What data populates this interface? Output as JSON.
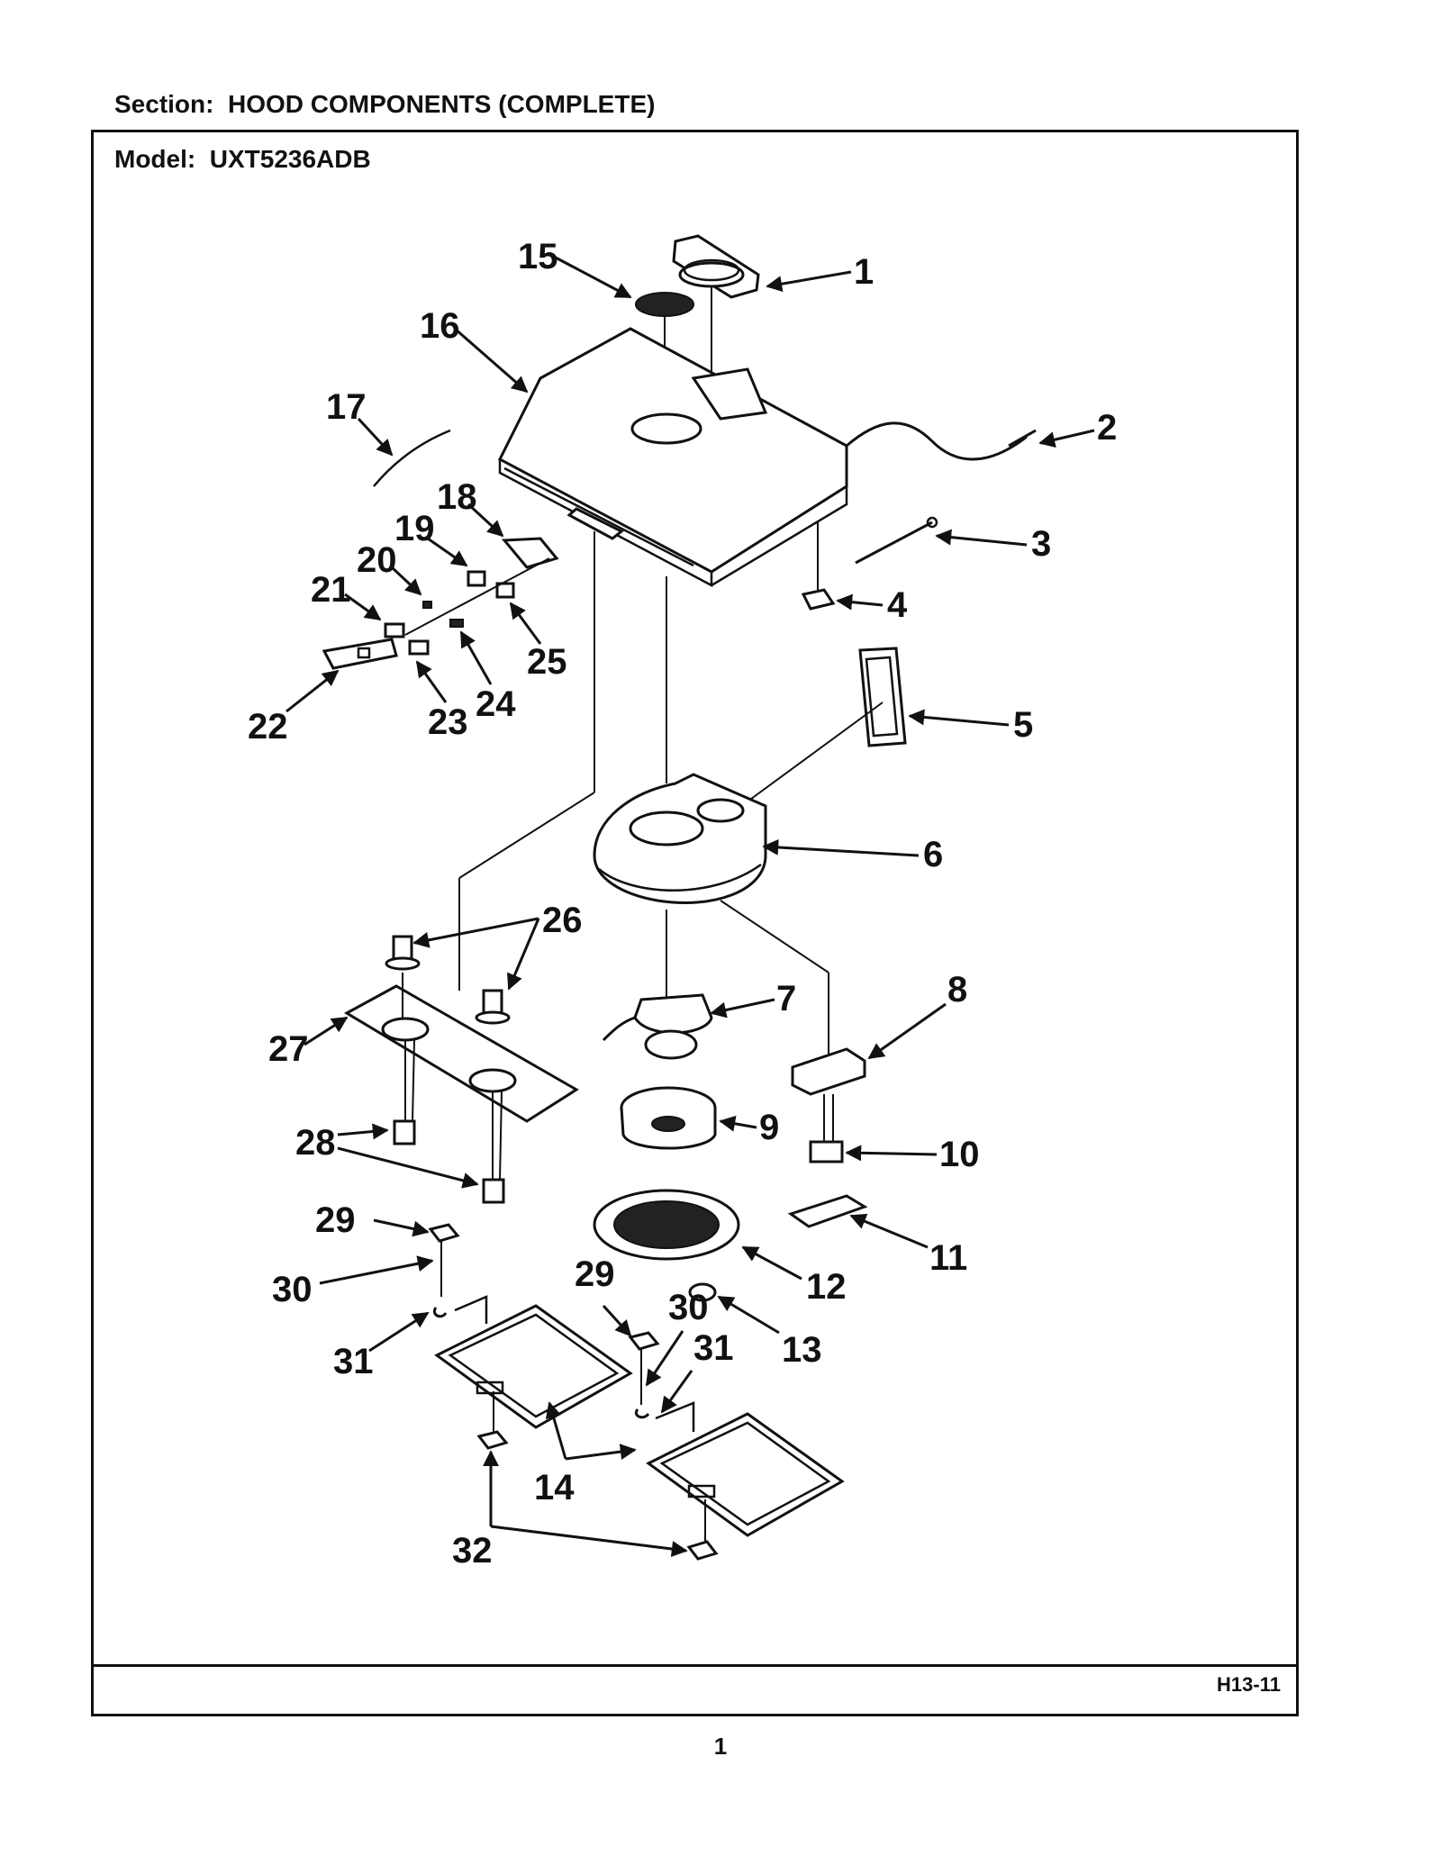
{
  "header": {
    "section_title": "Section:  HOOD COMPONENTS (COMPLETE)",
    "model_title": "Model:  UXT5236ADB"
  },
  "footer": {
    "doc_code": "H13-11",
    "page_number": "1"
  },
  "callouts": {
    "c1": "1",
    "c2": "2",
    "c3": "3",
    "c4": "4",
    "c5": "5",
    "c6": "6",
    "c7": "7",
    "c8": "8",
    "c9": "9",
    "c10": "10",
    "c11": "11",
    "c12": "12",
    "c13": "13",
    "c14": "14",
    "c15": "15",
    "c16": "16",
    "c17": "17",
    "c18": "18",
    "c19": "19",
    "c20": "20",
    "c21": "21",
    "c22": "22",
    "c23": "23",
    "c24": "24",
    "c25": "25",
    "c26": "26",
    "c27": "27",
    "c28": "28",
    "c29a": "29",
    "c29b": "29",
    "c30a": "30",
    "c30b": "30",
    "c31a": "31",
    "c31b": "31",
    "c32": "32"
  }
}
